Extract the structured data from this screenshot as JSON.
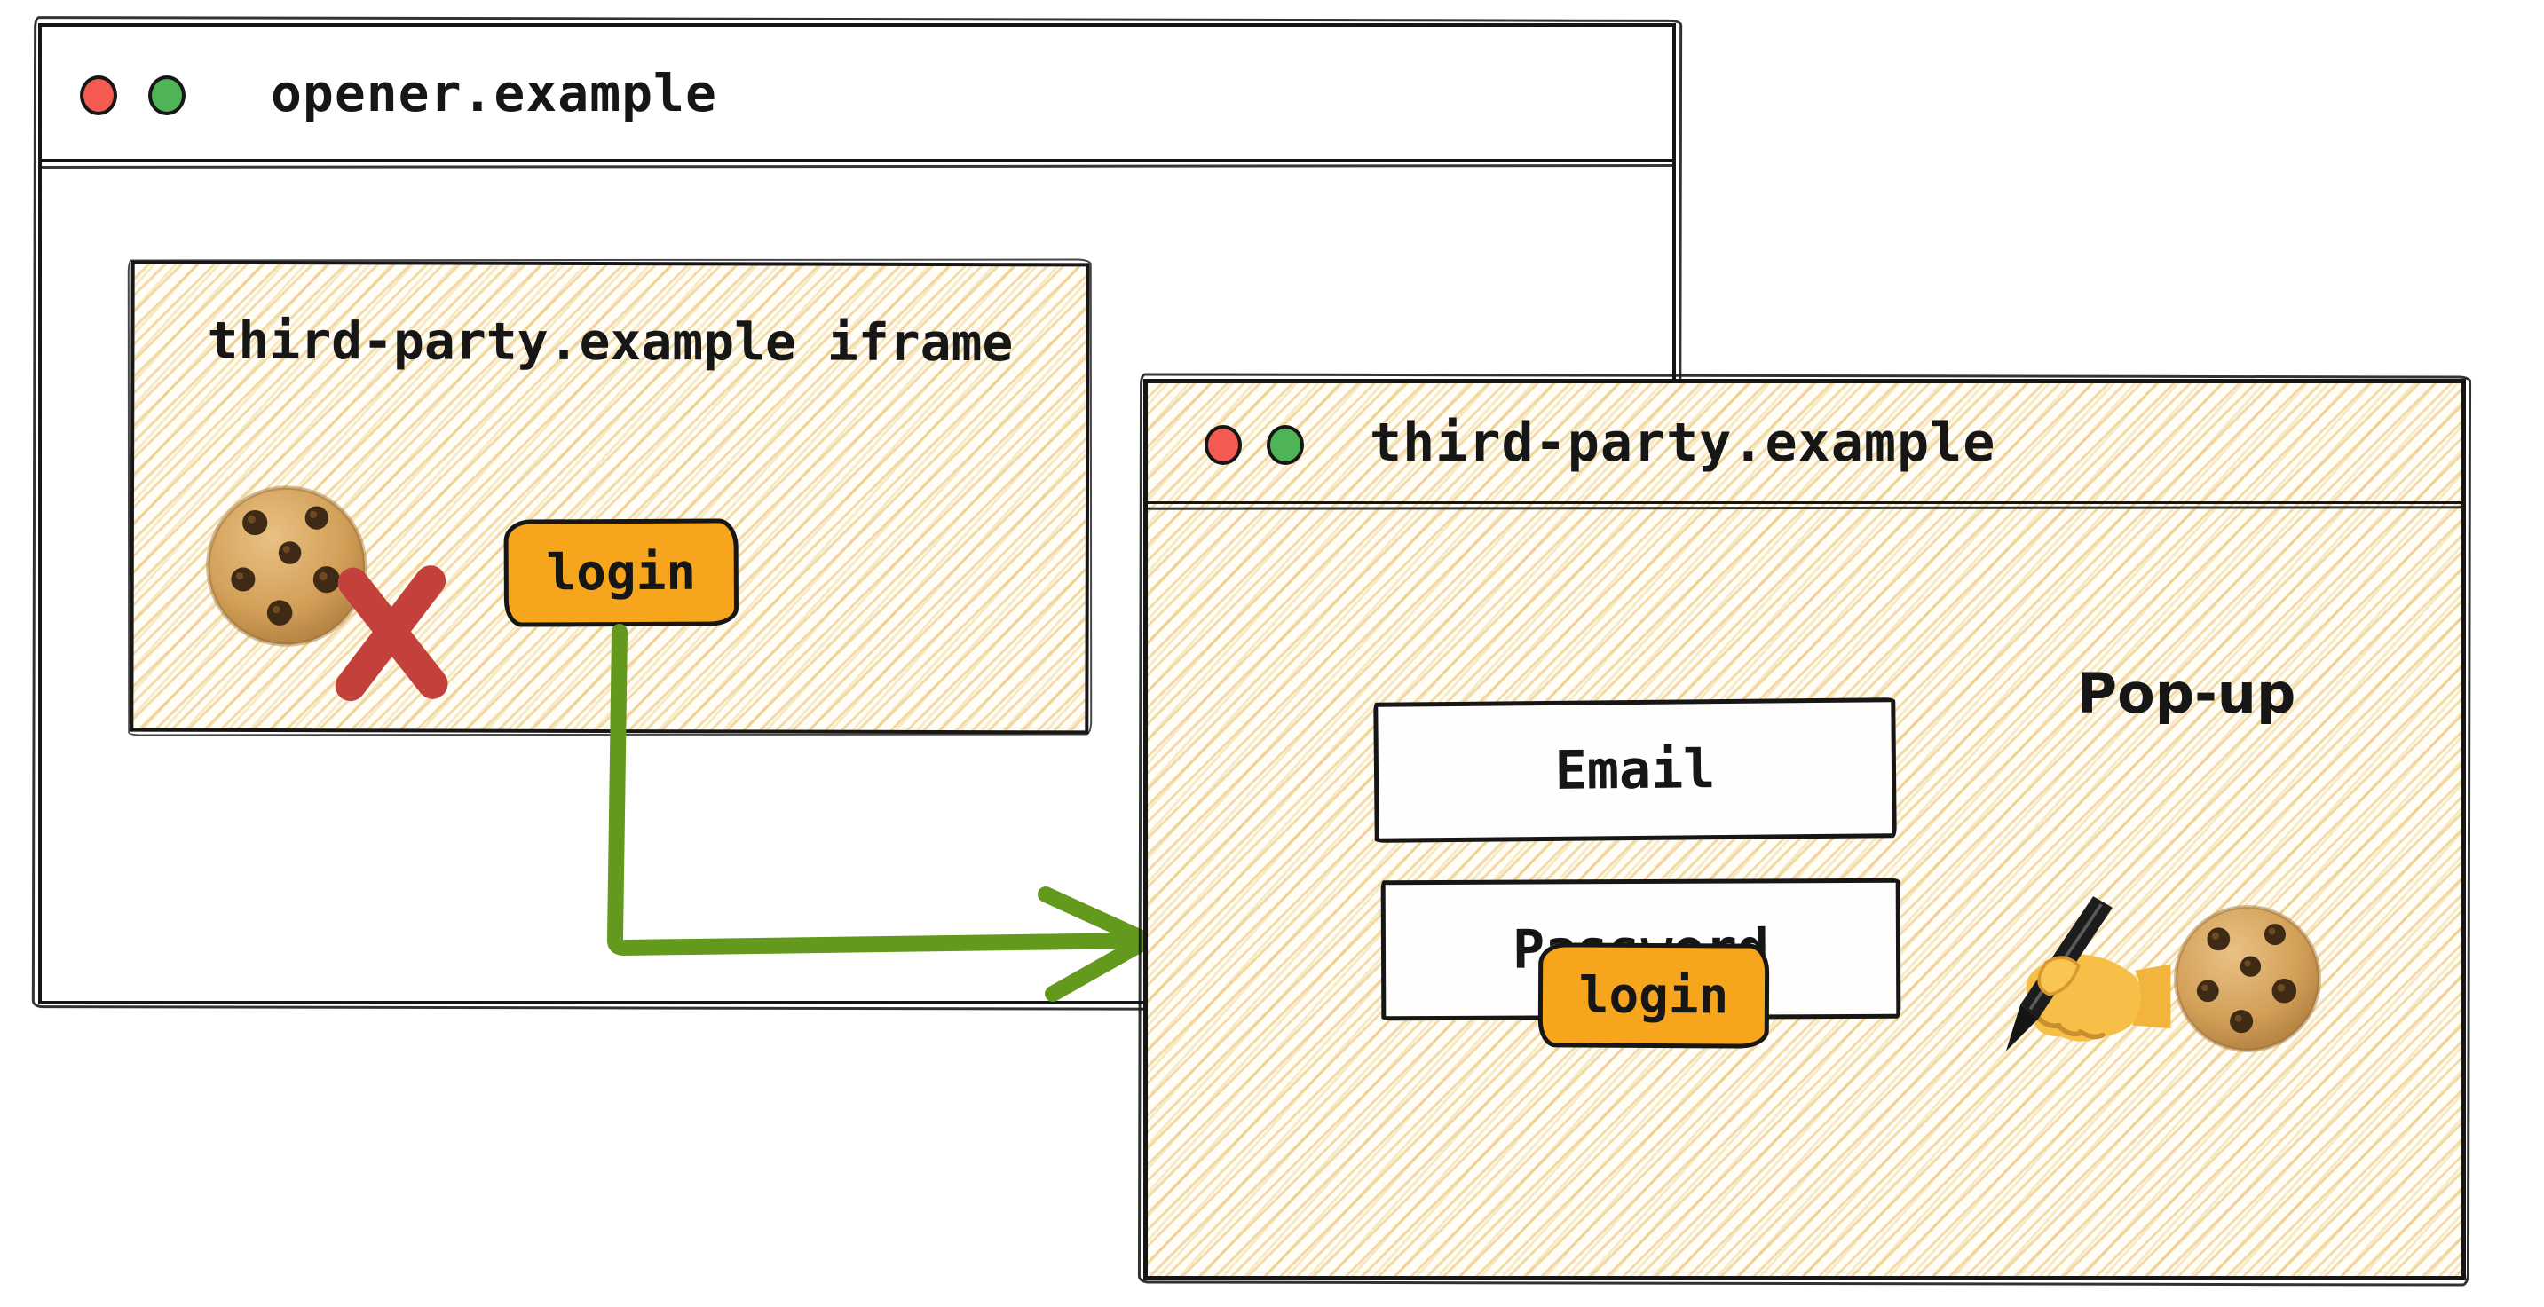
{
  "colors": {
    "ink": "#161616",
    "button_orange": "#F6A51C",
    "arrow_green": "#639A1E",
    "traffic_red": "#F25A52",
    "traffic_green": "#4EB456",
    "cross_red": "#C4403A",
    "hatch_line": "#E5B85E",
    "hatch_background": "#FFFDF5"
  },
  "icons": {
    "traffic_lights": [
      "red-dot",
      "green-dot"
    ],
    "blocked_cookie": "cookie-with-red-cross",
    "writing_hand": "writing-hand-emoji",
    "cookie": "chocolate-chip-cookie-emoji"
  },
  "opener_window": {
    "title": "opener.example",
    "iframe": {
      "title": "third-party.example iframe",
      "login_button_label": "login"
    }
  },
  "popup_window": {
    "title": "third-party.example",
    "popup_label": "Pop-up",
    "email_field_label": "Email",
    "password_field_label": "Password",
    "login_button_label": "login"
  }
}
